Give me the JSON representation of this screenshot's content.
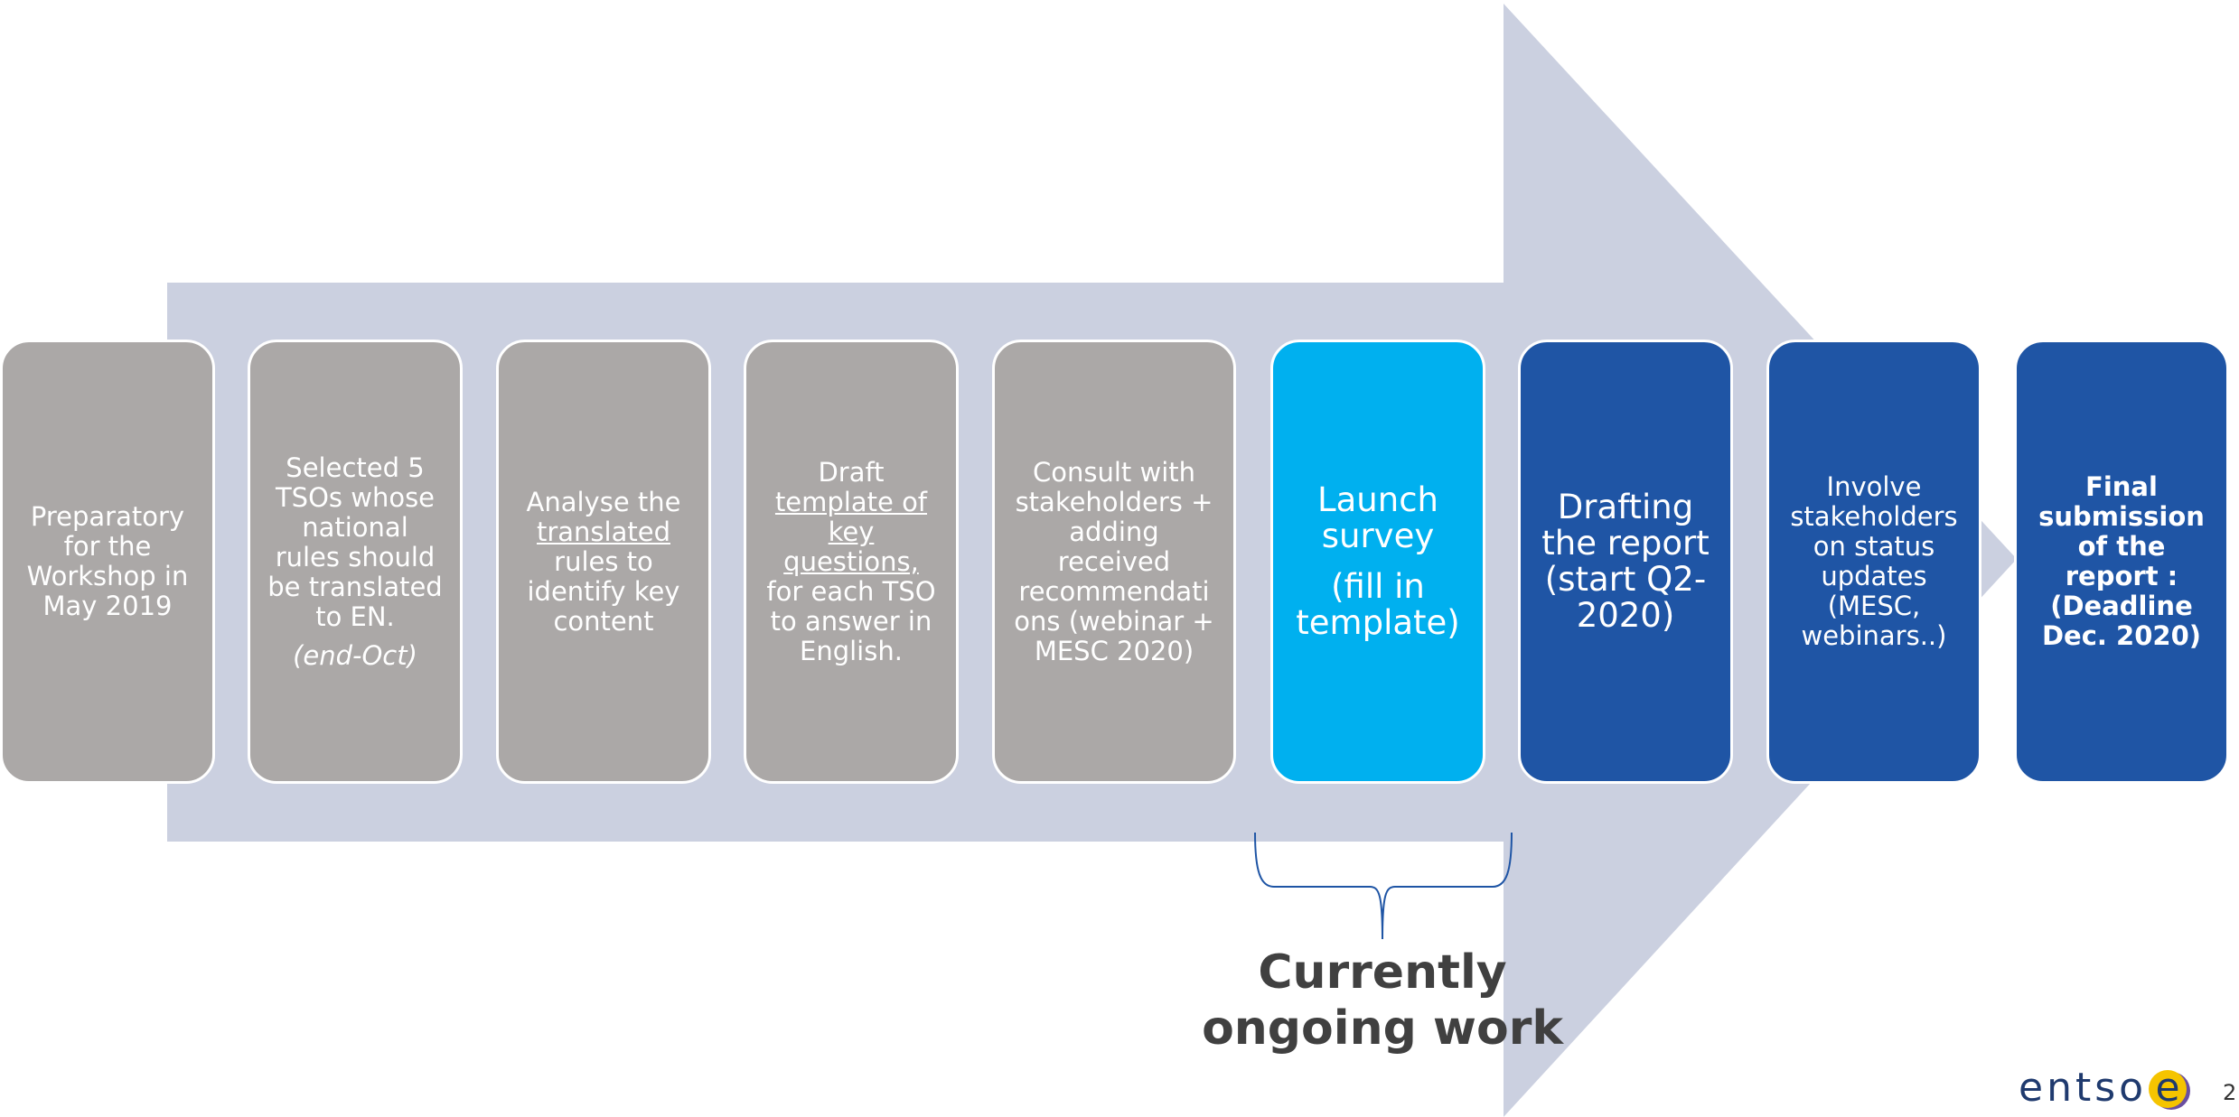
{
  "colors": {
    "arrow": "#cbd0e0",
    "completed_step": "#aba8a7",
    "current_step": "#00b0ef",
    "future_step": "#1f55a5",
    "caption": "#404040",
    "brace": "#1f55a5"
  },
  "steps": [
    {
      "lines": [
        "Preparatory",
        "for the",
        "Workshop in",
        "May 2019"
      ],
      "status": "completed"
    },
    {
      "lines": [
        "Selected 5",
        "TSOs whose",
        "national",
        "rules should",
        "be translated",
        "to EN."
      ],
      "note": "(end-Oct)",
      "status": "completed"
    },
    {
      "lines": [
        "Analyse the",
        "translated",
        "rules to",
        "identify key",
        "content"
      ],
      "status": "completed"
    },
    {
      "lines": [
        "Draft",
        "template of",
        "key",
        "questions,",
        "for each TSO",
        "to answer in",
        "English."
      ],
      "status": "completed"
    },
    {
      "lines": [
        "Consult with",
        "stakeholders +",
        "adding",
        "received",
        "recommendati",
        "ons (webinar +",
        "MESC 2020)"
      ],
      "status": "completed"
    },
    {
      "lines": [
        "Launch",
        "survey"
      ],
      "sub_lines": [
        "(fill in",
        "template)"
      ],
      "status": "current"
    },
    {
      "lines": [
        "Drafting",
        "the report",
        "(start Q2-",
        "2020)"
      ],
      "status": "future"
    },
    {
      "lines": [
        "Involve",
        "stakeholders",
        "on status",
        "updates",
        "(MESC,",
        "webinars..)"
      ],
      "status": "future"
    },
    {
      "lines": [
        "Final",
        "submission",
        "of the",
        "report :",
        "(Deadline",
        "Dec. 2020)"
      ],
      "status": "future"
    }
  ],
  "caption": {
    "line1": "Currently",
    "line2": "ongoing work"
  },
  "logo": {
    "text": "entso",
    "letter": "e",
    "icon": "entsoe-logo"
  },
  "page_number": "2"
}
